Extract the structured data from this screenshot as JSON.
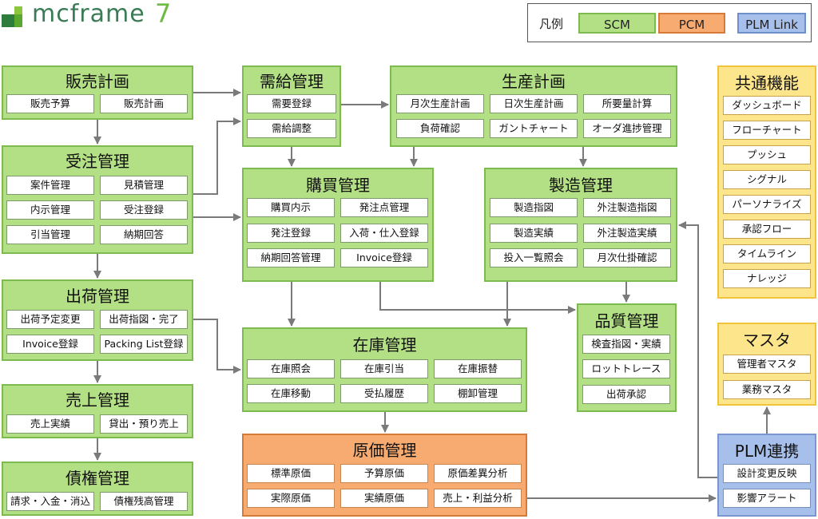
{
  "logo": {
    "text": "mcframe",
    "version": "7"
  },
  "legend": {
    "label": "凡例",
    "scm": "SCM",
    "pcm": "PCM",
    "plm": "PLM Link",
    "colors": {
      "scm": "#b3df85",
      "pcm": "#f8ab70",
      "plm": "#a7bfeb",
      "common": "#fde58b"
    }
  },
  "modules": [
    {
      "title": "販売計画",
      "items": [
        "販売予算",
        "販売計画"
      ]
    },
    {
      "title": "受注管理",
      "items": [
        "案件管理",
        "見積管理",
        "内示管理",
        "受注登録",
        "引当管理",
        "納期回答"
      ]
    },
    {
      "title": "出荷管理",
      "items": [
        "出荷予定変更",
        "出荷指図・完了",
        "Invoice登録",
        "Packing List登録"
      ]
    },
    {
      "title": "売上管理",
      "items": [
        "売上実績",
        "貸出・預り売上"
      ]
    },
    {
      "title": "債権管理",
      "items": [
        "請求・入金・消込",
        "債権残高管理"
      ]
    },
    {
      "title": "需給管理",
      "items": [
        "需要登録",
        "需給調整"
      ]
    },
    {
      "title": "生産計画",
      "items": [
        "月次生産計画",
        "日次生産計画",
        "所要量計算",
        "負荷確認",
        "ガントチャート",
        "オーダ進捗管理"
      ]
    },
    {
      "title": "購買管理",
      "items": [
        "購買内示",
        "発注点管理",
        "発注登録",
        "入荷・仕入登録",
        "納期回答管理",
        "Invoice登録"
      ]
    },
    {
      "title": "製造管理",
      "items": [
        "製造指図",
        "外注製造指図",
        "製造実績",
        "外注製造実績",
        "投入一覧照会",
        "月次仕掛確認"
      ]
    },
    {
      "title": "品質管理",
      "items": [
        "検査指図・実績",
        "ロットトレース",
        "出荷承認"
      ]
    },
    {
      "title": "在庫管理",
      "items": [
        "在庫照会",
        "在庫引当",
        "在庫振替",
        "在庫移動",
        "受払履歴",
        "棚卸管理"
      ]
    },
    {
      "title": "原価管理",
      "items": [
        "標準原価",
        "予算原価",
        "原価差異分析",
        "実際原価",
        "実績原価",
        "売上・利益分析"
      ]
    },
    {
      "title": "共通機能",
      "items": [
        "ダッシュボード",
        "フローチャート",
        "プッシュ",
        "シグナル",
        "パーソナライズ",
        "承認フロー",
        "タイムライン",
        "ナレッジ"
      ]
    },
    {
      "title": "マスタ",
      "items": [
        "管理者マスタ",
        "業務マスタ"
      ]
    },
    {
      "title": "PLM連携",
      "items": [
        "設計変更反映",
        "影響アラート"
      ]
    }
  ]
}
